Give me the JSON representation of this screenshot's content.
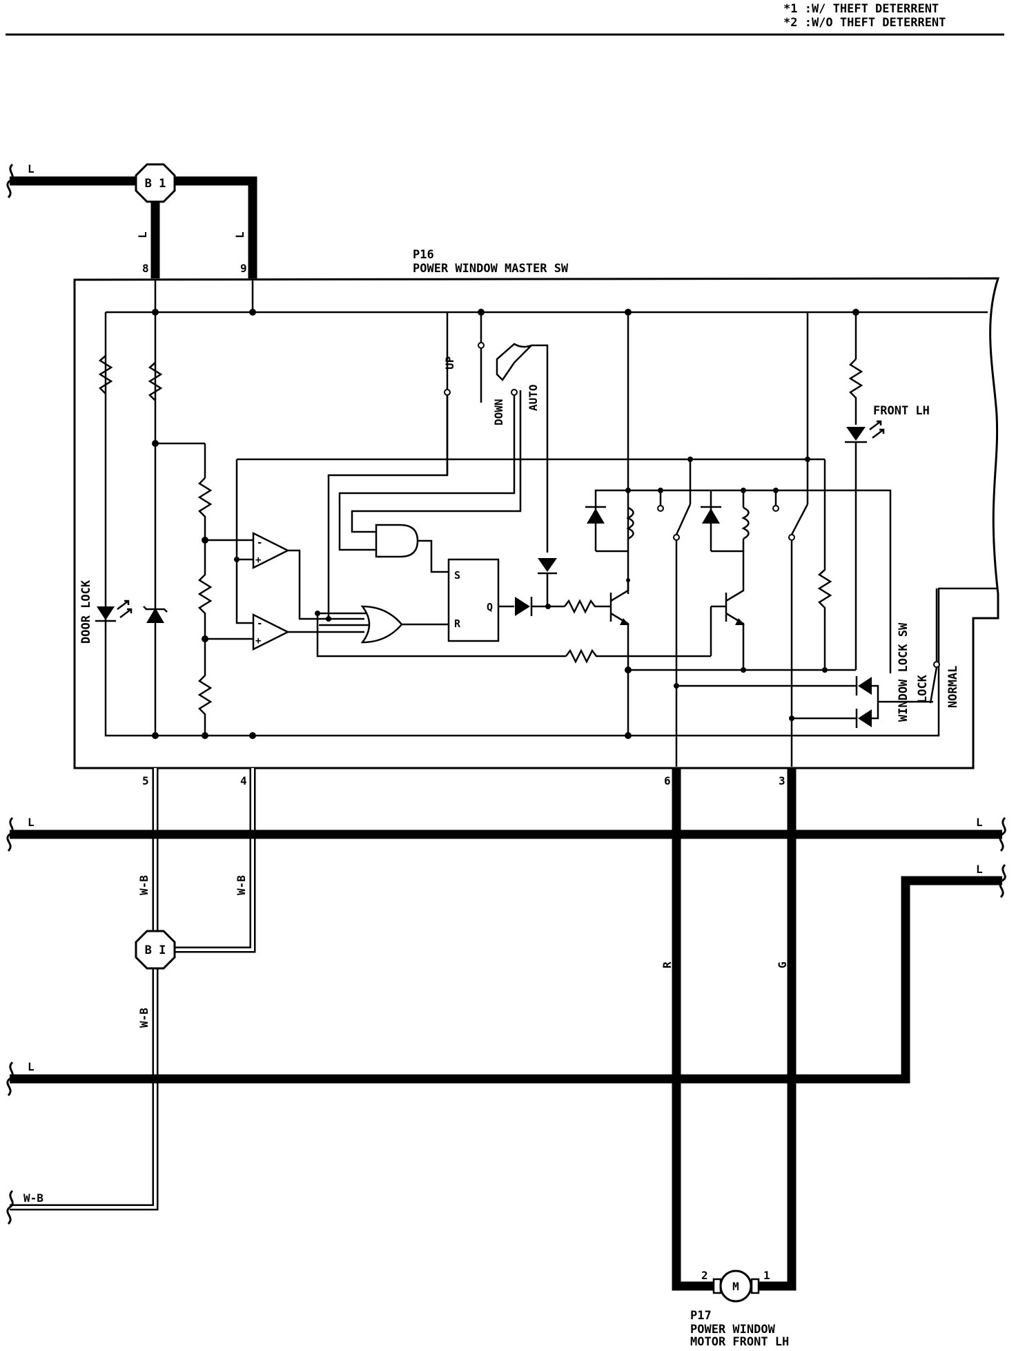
{
  "legend": {
    "line1": "*1 :W/ THEFT DETERRENT",
    "line2": "*2 :W/O THEFT DETERRENT"
  },
  "components": {
    "master_sw": {
      "code": "P16",
      "name": "POWER WINDOW MASTER SW"
    },
    "motor": {
      "code": "P17",
      "name_line1": "POWER WINDOW",
      "name_line2": "MOTOR FRONT LH",
      "symbol": "M"
    }
  },
  "connectors": {
    "top": "B 1",
    "bottom": "B I"
  },
  "pins": {
    "p8": "8",
    "p9": "9",
    "p5": "5",
    "p4": "4",
    "p6": "6",
    "p3": "3",
    "m2": "2",
    "m1": "1"
  },
  "wire_colors": {
    "l": "L",
    "wb": "W-B",
    "wb_short": "W-B",
    "r": "R",
    "g": "G"
  },
  "switch_labels": {
    "up": "UP",
    "down": "DOWN",
    "auto": "AUTO",
    "door_lock": "DOOR LOCK",
    "front_lh": "FRONT LH",
    "window_lock_sw": "WINDOW LOCK SW",
    "lock": "LOCK",
    "normal": "NORMAL",
    "s": "S",
    "r": "R",
    "q": "Q",
    "plus": "+",
    "minus": "-"
  }
}
